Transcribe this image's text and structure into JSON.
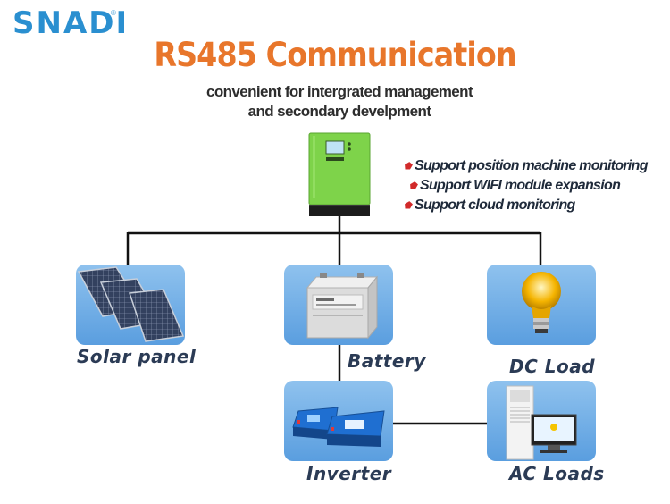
{
  "brand": {
    "name": "SNADI",
    "mark": "®"
  },
  "title": "RS485 Communication",
  "subtitle": [
    "convenient for intergrated management",
    "and secondary develpment"
  ],
  "features": [
    "Support position machine monitoring",
    "Support WIFI  module expansion",
    "Support cloud monitoring"
  ],
  "nodes": {
    "solar": "Solar panel",
    "battery": "Battery",
    "dc_load": "DC Load",
    "inverter": "Inverter",
    "ac_loads": "AC Loads"
  },
  "colors": {
    "brand": "#2a8fd0",
    "title": "#e8762b",
    "tile": "#6aaae5",
    "bullet": "#d12a2a"
  }
}
